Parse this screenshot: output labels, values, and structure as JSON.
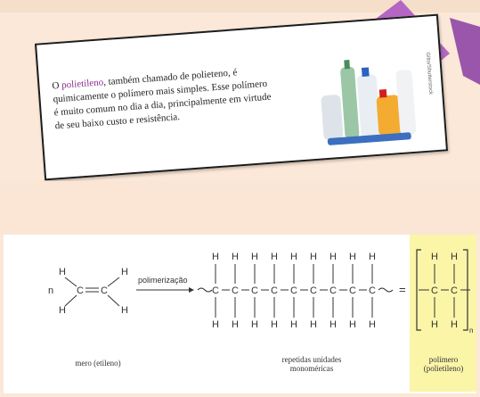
{
  "card": {
    "text_before": "O ",
    "highlight": "polietileno",
    "text_after": ", também chamado de polieteno, é quimicamente o polímero mais simples. Esse polímero é muito comum no dia a dia, principalmente em virtude de seu baixo custo e resistência.",
    "credit": "Gitto/Shutterstock"
  },
  "reaction": {
    "monomer_n": "n",
    "arrow_label": "polimerização",
    "equals": "=",
    "subscript_n": "n",
    "atom_H": "H",
    "atom_C": "C"
  },
  "labels": {
    "monomer": "mero (etileno)",
    "repeat_line1": "repetidas unidades",
    "repeat_line2": "monoméricas",
    "polymer_line1": "polímero",
    "polymer_line2": "(polietileno)"
  },
  "colors": {
    "background": "#fbe8d8",
    "highlight": "#8b2d8f",
    "polymer_box": "#fbf5a8",
    "tape": "#b466c2"
  }
}
